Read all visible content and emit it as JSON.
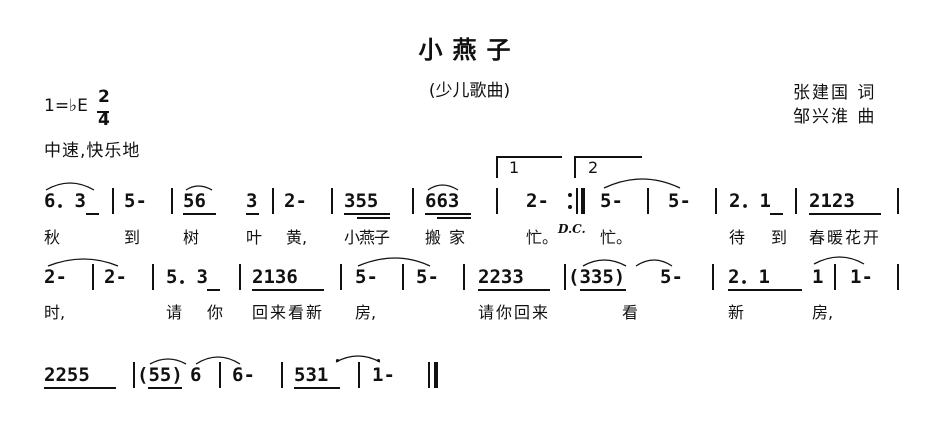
{
  "title": "小燕子",
  "subtitle": "(少儿歌曲)",
  "lyricist": "张建国  词",
  "composer": "邹兴淮  曲",
  "key": "1=♭E",
  "time_sig": {
    "top": "2",
    "bottom": "4"
  },
  "tempo": "中速,快乐地",
  "volta": [
    "1",
    "2"
  ],
  "dc": "D.C.",
  "rows": [
    {
      "notes": [
        "6．3",
        "5-",
        "56",
        "3",
        "2-",
        "355",
        "663",
        "2-",
        "5-",
        "5-",
        "2．1",
        "2123"
      ],
      "lyrics": [
        "秋",
        "到",
        "树",
        "叶",
        "黄,",
        "小燕子",
        "搬家",
        "忙。",
        "忙。",
        "待",
        "到",
        "春暖花开"
      ]
    },
    {
      "notes": [
        "2-",
        "2-",
        "5．3",
        "2136",
        "5-",
        "5-",
        "2233",
        "(335)",
        "5-",
        "2．1",
        "1",
        "1-"
      ],
      "lyrics": [
        "时,",
        "请",
        "你",
        "回来看新",
        "房,",
        "请你回来",
        "看",
        "新",
        "房,"
      ]
    },
    {
      "notes": [
        "2255",
        "(55)",
        "6",
        "6-",
        "531",
        "1-"
      ]
    }
  ]
}
